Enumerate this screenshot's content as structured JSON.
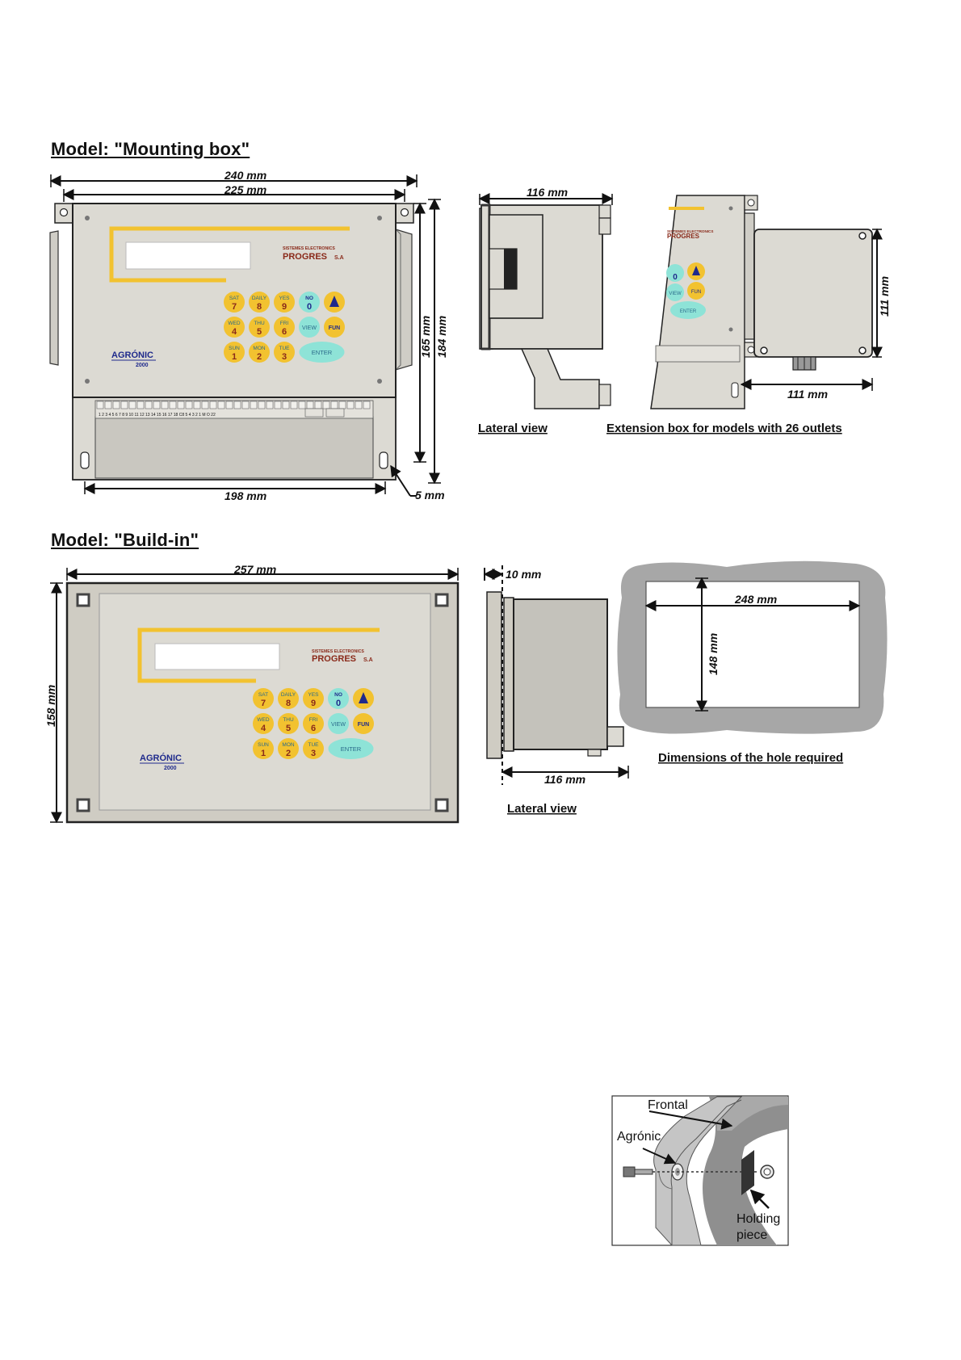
{
  "mounting": {
    "title": "Model: \"Mounting box\"",
    "dims": {
      "w240": "240 mm",
      "w225": "225 mm",
      "w198": "198 mm",
      "h165": "165 mm",
      "h184": "184 mm",
      "d5": "5 mm",
      "lat116": "116 mm",
      "ext111h": "111 mm",
      "ext111w": "111 mm"
    },
    "captions": {
      "lateral": "Lateral view",
      "extension": "Extension box for models with 26 outlets"
    },
    "brand": {
      "sistemes": "SISTEMES ELECTRONICS",
      "progres": "PROGRES",
      "sa": "S.A",
      "agronic": "AGRÓNIC",
      "model": "2000"
    }
  },
  "buildin": {
    "title": "Model: \"Build-in\"",
    "dims": {
      "w257": "257 mm",
      "h158": "158 mm",
      "d10": "10 mm",
      "lat116": "116 mm",
      "hole248": "248 mm",
      "hole148": "148 mm"
    },
    "captions": {
      "lateral": "Lateral view",
      "hole": "Dimensions of the hole required"
    }
  },
  "keypad": {
    "keys": [
      {
        "top": "SAT",
        "main": "7"
      },
      {
        "top": "DAILY",
        "main": "8"
      },
      {
        "top": "YES",
        "main": "9"
      },
      {
        "top": "NO",
        "main": "0"
      },
      {
        "top": "WED",
        "main": "4"
      },
      {
        "top": "THU",
        "main": "5"
      },
      {
        "top": "FRI",
        "main": "6"
      },
      {
        "top": "SUN",
        "main": "1"
      },
      {
        "top": "MON",
        "main": "2"
      },
      {
        "top": "TUE",
        "main": "3"
      }
    ],
    "view": "VIEW",
    "fun": "FUN",
    "enter": "ENTER"
  },
  "terminals": "1 2 3 4 5 6 7 8 9 10 11 12 13 14 15 16 17 18 C8 5 4 3 2 1 M O 22",
  "holding": {
    "frontal": "Frontal",
    "agronic": "Agrónic",
    "holding1": "Holding",
    "holding2": "piece"
  },
  "colors": {
    "panel": "#dcdad3",
    "frame": "#cfccc3",
    "yellow": "#f2c230",
    "cyan": "#8ee3d7",
    "navy": "#1f2a8c",
    "brown": "#8a2a1a"
  }
}
